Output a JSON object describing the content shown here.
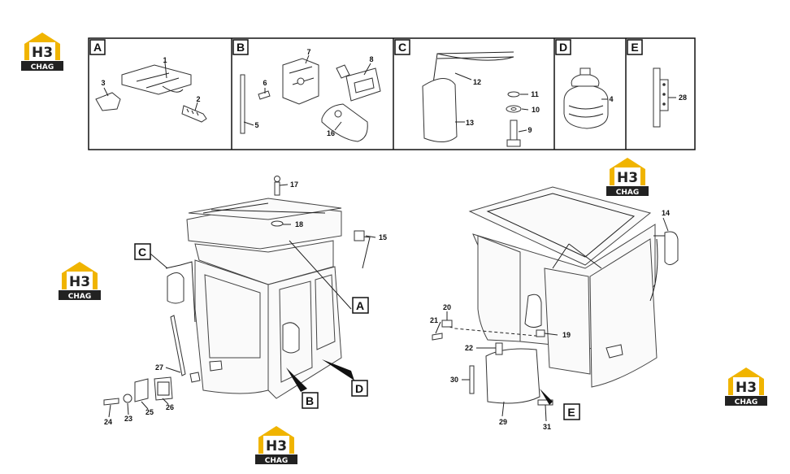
{
  "brand": {
    "logo_top": "H3",
    "logo_bottom": "CHAG",
    "accent": "#f0b400",
    "dark": "#222222"
  },
  "section_labels": {
    "a": "A",
    "b": "B",
    "c": "C",
    "d": "D",
    "e": "E"
  },
  "callouts": {
    "p1": "1",
    "p2": "2",
    "p3": "3",
    "p4": "4",
    "p5": "5",
    "p6": "6",
    "p7": "7",
    "p8": "8",
    "p9": "9",
    "p10": "10",
    "p11": "11",
    "p12": "12",
    "p13": "13",
    "p14": "14",
    "p15": "15",
    "p16": "16",
    "p17": "17",
    "p18": "18",
    "p19": "19",
    "p20": "20",
    "p21": "21",
    "p22": "22",
    "p23": "23",
    "p24": "24",
    "p25": "25",
    "p26": "26",
    "p27": "27",
    "p28": "28",
    "p29": "29",
    "p30": "30",
    "p31": "31"
  }
}
